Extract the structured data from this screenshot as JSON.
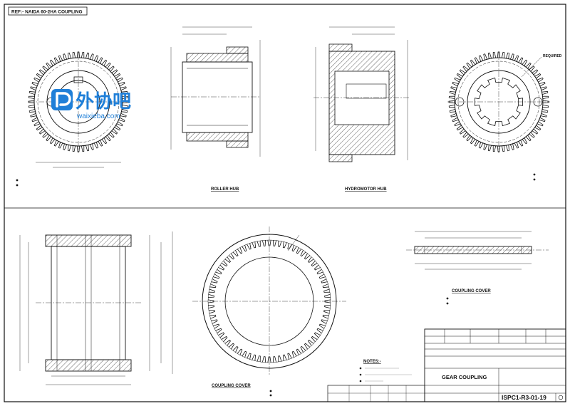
{
  "sheet": {
    "ref_label": "REF:- NAIDA 60-2HA COUPLING"
  },
  "views": {
    "roller_hub": "ROLLER HUB",
    "hydromotor_hub": "HYDROMOTOR HUB",
    "coupling_cover_main": "COUPLING COVER",
    "coupling_cover_side": "COUPLING COVER"
  },
  "annotations": {
    "required": "REQUIRED"
  },
  "notes": {
    "title": "NOTES:-"
  },
  "title_block": {
    "drawing_title": "GEAR COUPLING",
    "drawing_number": "ISPC1-R3-01-19"
  },
  "watermark": {
    "brand": "外协吧",
    "url": "waixieba.com"
  },
  "colors": {
    "line": "#111111",
    "hatch": "#222222",
    "watermark_blue": "#1f7fd8"
  }
}
